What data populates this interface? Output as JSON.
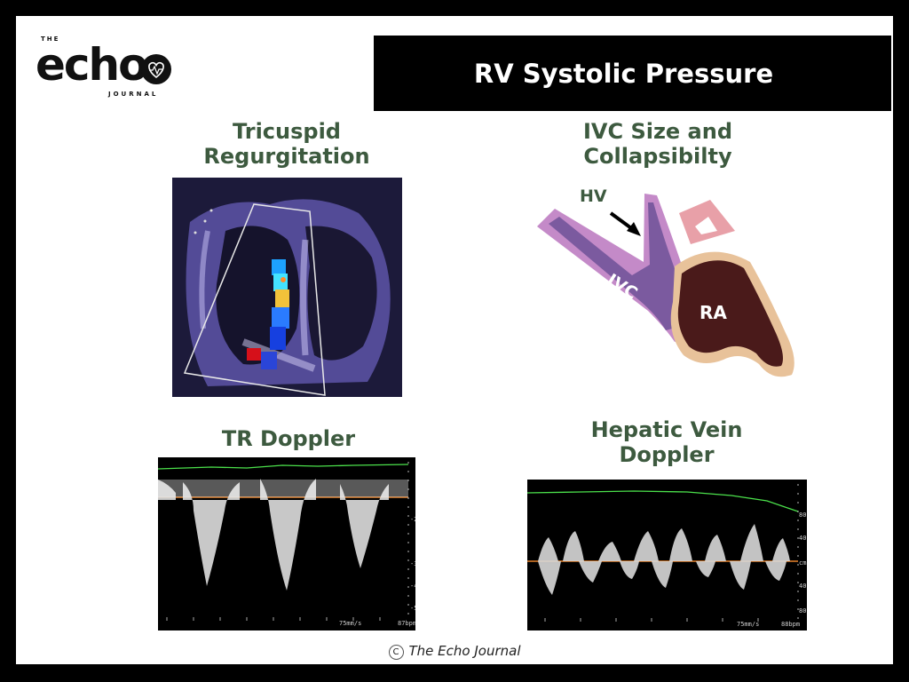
{
  "logo": {
    "the": "THE",
    "word": "echo",
    "journal": "JOURNAL"
  },
  "header": {
    "title": "RV Systolic Pressure"
  },
  "panels": {
    "tr": {
      "title": "Tricuspid\nRegurgitation"
    },
    "ivc": {
      "title": "IVC Size and\nCollapsibilty",
      "labels": {
        "hv": "HV",
        "ivc": "IVC",
        "ra": "RA"
      }
    },
    "trd": {
      "title": "TR Doppler",
      "speed": "75mm/s",
      "bpm": "87bpm"
    },
    "hvd": {
      "title": "Hepatic Vein\nDoppler",
      "speed": "75mm/s",
      "bpm": "88bpm"
    }
  },
  "footer": {
    "symbol": "C",
    "text": "The Echo Journal"
  },
  "colors": {
    "title_green": "#3d5a3f",
    "header_bg": "#000000",
    "ivc_purple": "#7b5a9f",
    "ra_brown": "#4a1a1a"
  }
}
